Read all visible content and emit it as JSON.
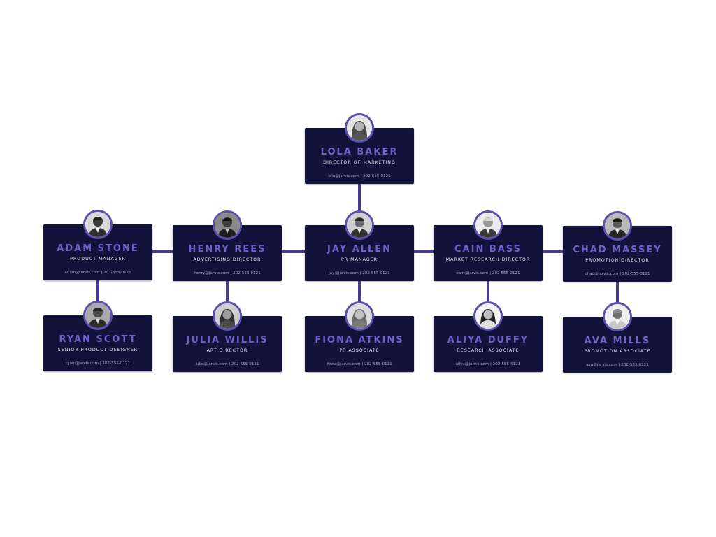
{
  "colors": {
    "background": "#ffffff",
    "card": "#13123a",
    "name_text": "#6b63c9",
    "connector": "#4b3a8f",
    "avatar_ring": "#5c4fb0"
  },
  "root": {
    "name": "LOLA BAKER",
    "role": "DIRECTOR OF MARKETING",
    "contact": "lola@jarvis.com | 202-555-0121",
    "photo_icon": "woman-portrait-icon"
  },
  "columns": [
    {
      "head": {
        "name": "ADAM STONE",
        "role": "PRODUCT MANAGER",
        "contact": "adam@jarvis.com | 202-555-0121",
        "photo_icon": "man-portrait-icon"
      },
      "report": {
        "name": "RYAN SCOTT",
        "role": "SENIOR PRODUCT DESIGNER",
        "contact": "ryan@jarvis.com | 202-555-0121",
        "photo_icon": "man-portrait-icon"
      }
    },
    {
      "head": {
        "name": "HENRY REES",
        "role": "ADVERTISING DIRECTOR",
        "contact": "henry@jarvis.com | 202-555-0121",
        "photo_icon": "man-portrait-icon"
      },
      "report": {
        "name": "JULIA WILLIS",
        "role": "ART DIRECTOR",
        "contact": "julia@jarvis.com | 202-555-0121",
        "photo_icon": "woman-portrait-icon"
      }
    },
    {
      "head": {
        "name": "JAY ALLEN",
        "role": "PR MANAGER",
        "contact": "jay@jarvis.com | 202-555-0121",
        "photo_icon": "man-portrait-icon"
      },
      "report": {
        "name": "FIONA ATKINS",
        "role": "PR ASSOCIATE",
        "contact": "fiona@jarvis.com | 202-555-0121",
        "photo_icon": "woman-portrait-icon"
      }
    },
    {
      "head": {
        "name": "CAIN BASS",
        "role": "MARKET RESEARCH DIRECTOR",
        "contact": "cain@jarvis.com | 202-555-0121",
        "photo_icon": "man-portrait-icon"
      },
      "report": {
        "name": "ALIYA DUFFY",
        "role": "RESEARCH ASSOCIATE",
        "contact": "aliya@jarvis.com | 202-555-0121",
        "photo_icon": "woman-portrait-icon"
      }
    },
    {
      "head": {
        "name": "CHAD MASSEY",
        "role": "PROMOTION DIRECTOR",
        "contact": "chad@jarvis.com | 202-555-0121",
        "photo_icon": "man-portrait-icon"
      },
      "report": {
        "name": "AVA MILLS",
        "role": "PROMOTION ASSOCIATE",
        "contact": "ava@jarvis.com | 202-555-0121",
        "photo_icon": "man-portrait-icon"
      }
    }
  ]
}
